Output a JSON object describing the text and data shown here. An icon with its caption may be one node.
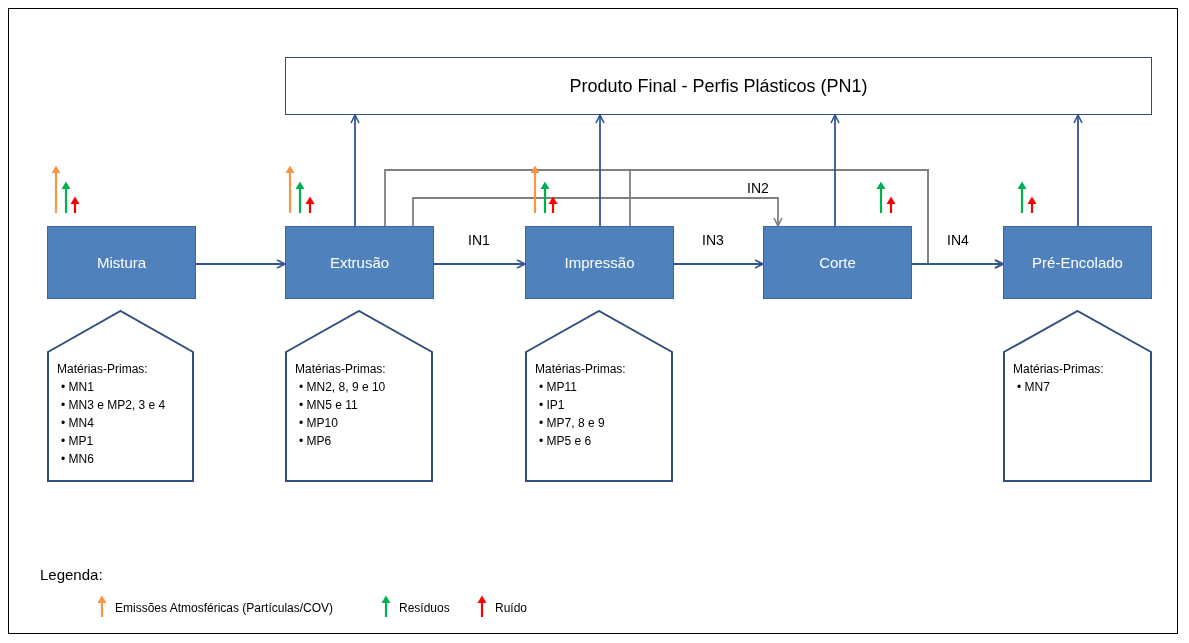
{
  "diagram": {
    "nodes": [
      {
        "text": [
          "Produto Final - Perfis Plásticos (PN1)"
        ]
      },
      {
        "text": [
          "Mistura"
        ]
      },
      {
        "text": [
          "Extrusão"
        ]
      },
      {
        "text": [
          "Impressão"
        ]
      },
      {
        "text": [
          "Corte"
        ]
      },
      {
        "text": [
          "Pré-Encolado"
        ]
      },
      {
        "text": [
          "Matérias-Primas:",
          "• MN1",
          "• MN3 e MP2, 3 e 4",
          "• MN4",
          "• MP1",
          "• MN6"
        ]
      },
      {
        "text": [
          "Matérias-Primas:",
          "• MN2, 8, 9 e 10",
          "• MN5 e 11",
          "• MP10",
          "• MP6"
        ]
      },
      {
        "text": [
          "Matérias-Primas:",
          "• MP11",
          "• IP1",
          "• MP7, 8 e 9",
          "• MP5 e 6"
        ]
      },
      {
        "text": [
          "Matérias-Primas:",
          "• MN7"
        ]
      }
    ],
    "edges": [
      {
        "from": 1,
        "to": 2,
        "arrow": "to"
      },
      {
        "from": 2,
        "to": 3,
        "arrow": "to",
        "label": "IN1"
      },
      {
        "from": 3,
        "to": 4,
        "arrow": "to",
        "label": "IN3"
      },
      {
        "from": 4,
        "to": 5,
        "arrow": "to",
        "label": "IN4"
      },
      {
        "from": 2,
        "to": 0,
        "arrow": "to"
      },
      {
        "from": 3,
        "to": 0,
        "arrow": "to"
      },
      {
        "from": 4,
        "to": 0,
        "arrow": "to"
      },
      {
        "from": 5,
        "to": 0,
        "arrow": "to"
      },
      {
        "from": 2,
        "to": 4,
        "arrow": "to",
        "label": "IN2",
        "color": "#808080"
      },
      {
        "from": 2,
        "to": 5,
        "arrow": "to",
        "color": "#808080"
      },
      {
        "from": 3,
        "to": 5,
        "arrow": "to",
        "color": "#808080"
      }
    ],
    "labels": [
      "Legenda:"
    ],
    "legend": [
      {
        "text": "Emissões Atmosféricas (Partículas/COV)",
        "color": "#f79646"
      },
      {
        "text": "Resíduos",
        "color": "#00b050"
      },
      {
        "text": "Ruído",
        "color": "#ff0000"
      }
    ]
  }
}
